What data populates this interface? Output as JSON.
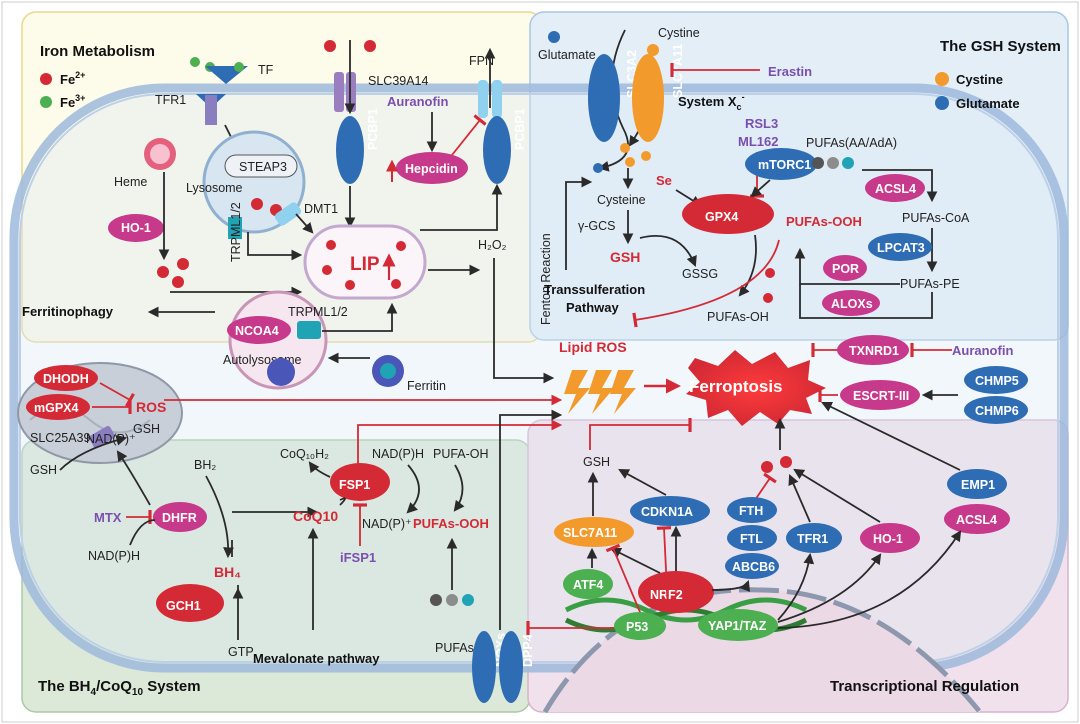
{
  "panels": {
    "iron": "Iron Metabolism",
    "gsh": "The GSH System",
    "bh4_pre": "The BH",
    "bh4_sub": "4",
    "bh4_mid": "/CoQ",
    "bh4_sub2": "10",
    "bh4_post": "  System",
    "tr": "Transcriptional Regulation"
  },
  "legend": {
    "fe2": "Fe",
    "fe2_sup": "2+",
    "fe3": "Fe",
    "fe3_sup": "3+",
    "cystine": "Cystine",
    "glutamate": "Glutamate"
  },
  "colors": {
    "fe2": "#d42a35",
    "fe3": "#4caf50",
    "cystine": "#f39a2c",
    "glutamate": "#2e6db4",
    "magenta": "#c7398a",
    "blue": "#2e6db4",
    "red": "#d42a35",
    "green": "#4caf50",
    "orange": "#f39a2c",
    "purple": "#7a4fb0"
  },
  "iron": {
    "tf": "TF",
    "tfr1": "TFR1",
    "steap3": "STEAP3",
    "lysosome": "Lysosome",
    "dmt1": "DMT1",
    "trpml12_a": "TRPML1/2",
    "heme": "Heme",
    "ho1": "HO-1",
    "slc39a14": "SLC39A14",
    "pcbp1_a": "PCBP1",
    "pcbp1_b": "PCBP1",
    "fpn": "FPN",
    "auranofin": "Auranofin",
    "hepcidin": "Hepcidin",
    "lip": "LIP",
    "h2o2": "H₂O₂",
    "fenton": "Fenton Reaction",
    "ferritinophagy": "Ferritinophagy",
    "trpml12_b": "TRPML1/2",
    "ncoa4": "NCOA4",
    "autolysosome": "Autolysosome",
    "ferritin": "Ferritin"
  },
  "gsh": {
    "glutamate": "Glutamate",
    "cystine": "Cystine",
    "slc3a2": "SLC3A2",
    "slc7a11": "SLC7A11",
    "erastin": "Erastin",
    "systemxc": "System X",
    "systemxc_sub": "c",
    "systemxc_sup": "-",
    "rsl3": "RSL3",
    "ml162": "ML162",
    "mtorc1": "mTORC1",
    "pufas_aa": "PUFAs(AA/AdA)",
    "acsl4": "ACSL4",
    "pufas_coa": "PUFAs-CoA",
    "lpcat3": "LPCAT3",
    "pufas_pe": "PUFAs-PE",
    "por": "POR",
    "aloxs": "ALOXs",
    "cysteine": "Cysteine",
    "ggcs": "γ-GCS",
    "se": "Se",
    "gpx4": "GPX4",
    "pufas_ooh": "PUFAs-OOH",
    "gsh": "GSH",
    "gssg": "GSSG",
    "trans_1": "Transsulferation",
    "trans_2": "Pathway",
    "pufas_oh": "PUFAs-OH"
  },
  "center": {
    "lipid_ros": "Lipid ROS",
    "ferroptosis": "Ferroptosis",
    "txnrd1": "TXNRD1",
    "auranofin": "Auranofin",
    "escrt": "ESCRT-III",
    "chmp5": "CHMP5",
    "chmp6": "CHMP6"
  },
  "mito": {
    "dhodh": "DHODH",
    "mgpx4": "mGPX4",
    "ros": "ROS",
    "slc25a39": "SLC25A39",
    "gsh_in": "GSH",
    "gsh_out": "GSH"
  },
  "bh4": {
    "nadp_plus": "NAD(P)⁺",
    "nadph": "NAD(P)H",
    "mtx": "MTX",
    "dhfr": "DHFR",
    "bh2": "BH₂",
    "bh4": "BH₄",
    "gch1": "GCH1",
    "gtp": "GTP",
    "coq10h2": "CoQ₁₀H₂",
    "fsp1": "FSP1",
    "coq10": "CoQ10",
    "nadph2": "NAD(P)H",
    "nadp_plus2": "NAD(P)⁺",
    "ifsp1": "iFSP1",
    "pufa_oh": "PUFA-OH",
    "pufas_ooh": "PUFAs-OOH",
    "mevalonate": "Mevalonate pathway",
    "pufas": "PUFAs",
    "noxs": "NOXs",
    "dpp4": "DPP4"
  },
  "tr": {
    "gsh": "GSH",
    "slc7a11": "SLC7A11",
    "cdkn1a": "CDKN1A",
    "fth": "FTH",
    "ftl": "FTL",
    "abcb6": "ABCB6",
    "tfr1": "TFR1",
    "ho1": "HO-1",
    "emp1": "EMP1",
    "acsl4": "ACSL4",
    "atf4": "ATF4",
    "nrf2": "NRF2",
    "p53": "P53",
    "yap": "YAP1/TAZ"
  }
}
